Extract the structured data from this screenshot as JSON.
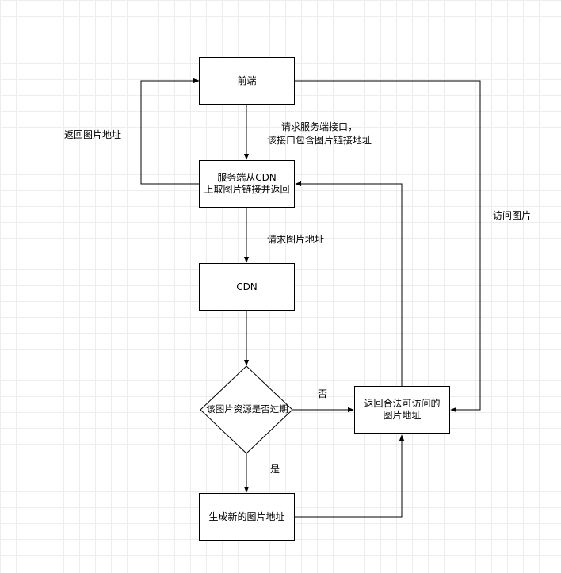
{
  "nodes": {
    "frontend": "前端",
    "server": [
      "服务端从CDN",
      "上取图片链接并返回"
    ],
    "cdn": "CDN",
    "decision": "该图片资源是否过期",
    "generate": "生成新的图片地址",
    "return_valid": [
      "返回合法可访问的",
      "图片地址"
    ]
  },
  "edge_labels": {
    "request_server": [
      "请求服务端接口，",
      "该接口包含图片链接地址"
    ],
    "return_image_address": "返回图片地址",
    "request_image_address": "请求图片地址",
    "access_image": "访问图片",
    "no": "否",
    "yes": "是"
  }
}
